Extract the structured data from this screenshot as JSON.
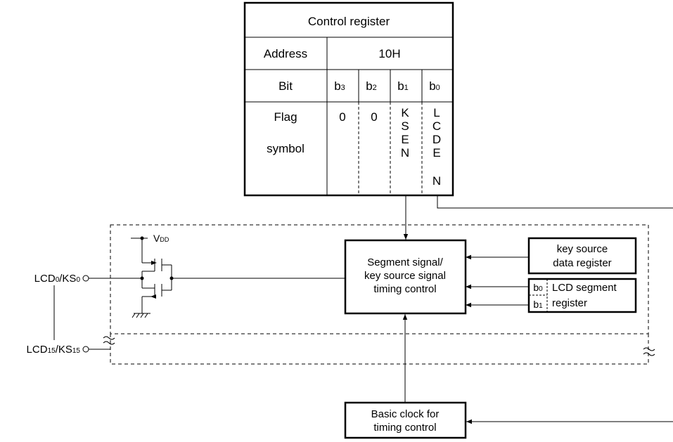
{
  "register": {
    "title": "Control register",
    "address_label": "Address",
    "address_value": "10H",
    "bit_label": "Bit",
    "bits": [
      {
        "b": "b",
        "n": "3"
      },
      {
        "b": "b",
        "n": "2"
      },
      {
        "b": "b",
        "n": "1"
      },
      {
        "b": "b",
        "n": "0"
      }
    ],
    "flag_label_1": "Flag",
    "flag_label_2": "symbol",
    "flag_b3": "0",
    "flag_b2": "0",
    "flag_b1": [
      "K",
      "S",
      "E",
      "N"
    ],
    "flag_b0": [
      "L",
      "C",
      "D",
      "E",
      "N"
    ]
  },
  "blocks": {
    "timing_control": [
      "Segment signal/",
      "key source signal",
      "timing control"
    ],
    "key_source": [
      "key source",
      "data register"
    ],
    "lcd_segment_b0": {
      "b": "b",
      "n": "0"
    },
    "lcd_segment_b1": {
      "b": "b",
      "n": "1"
    },
    "lcd_segment_text": [
      "LCD segment",
      "register"
    ],
    "basic_clock": [
      "Basic clock for",
      "timing control"
    ]
  },
  "pins": {
    "vdd": {
      "main": "V",
      "sub": "DD"
    },
    "pin0": {
      "p1": "LCD",
      "s1": "0",
      "p2": "/KS",
      "s2": "0"
    },
    "pin15": {
      "p1": "LCD",
      "s1": "15",
      "p2": "/KS",
      "s2": "15"
    }
  }
}
